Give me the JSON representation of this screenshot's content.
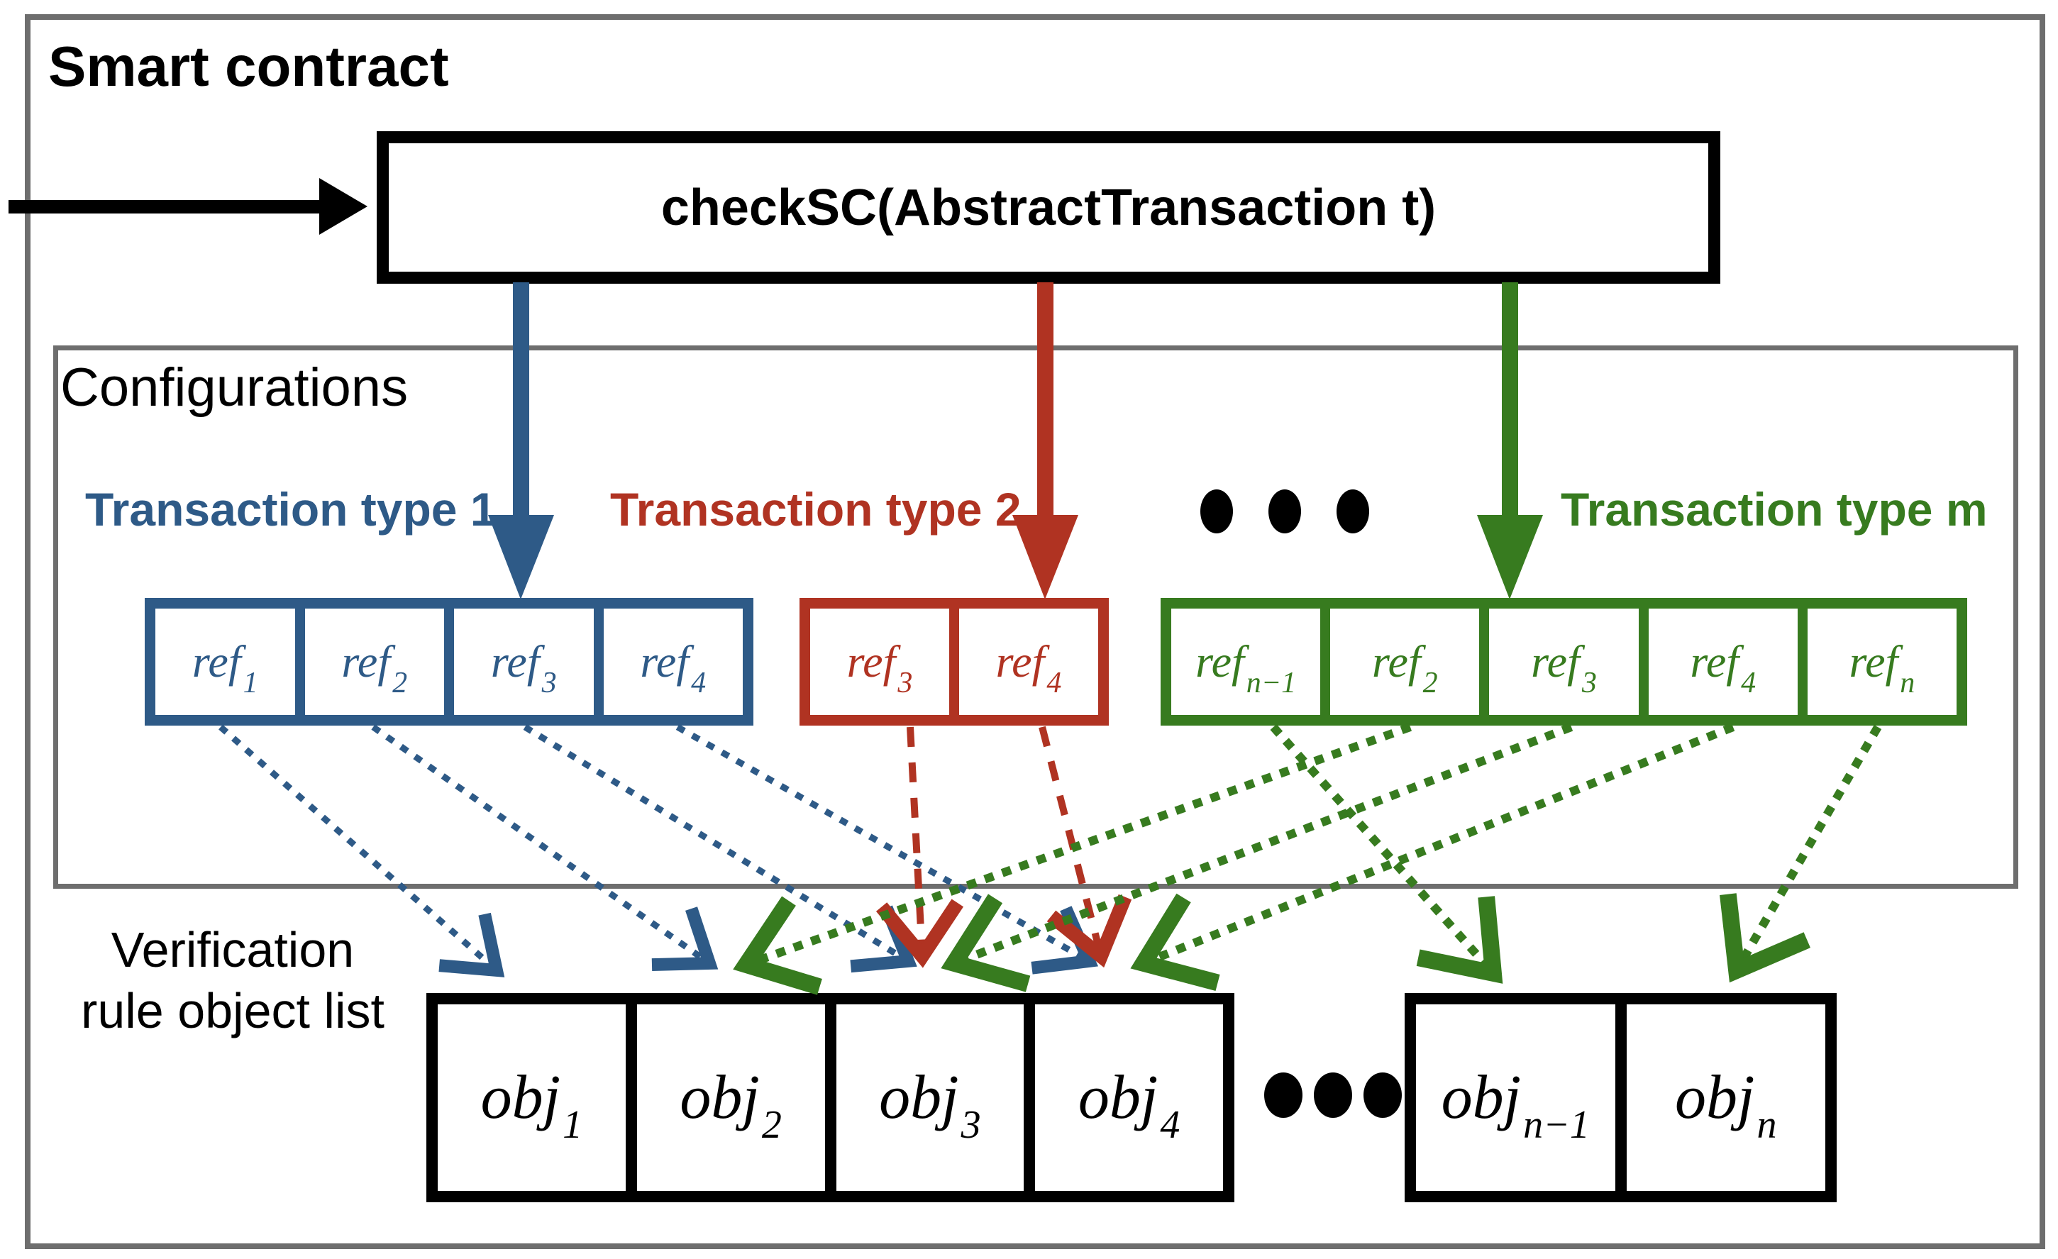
{
  "smart_contract": {
    "title": "Smart contract",
    "check_function": "checkSC(AbstractTransaction t)"
  },
  "configurations": {
    "title": "Configurations",
    "ellipsis": "• • •",
    "groups": [
      {
        "label": "Transaction type 1",
        "color": "#2E5A87",
        "cells": [
          {
            "base": "ref",
            "sub": "1"
          },
          {
            "base": "ref",
            "sub": "2"
          },
          {
            "base": "ref",
            "sub": "3"
          },
          {
            "base": "ref",
            "sub": "4"
          }
        ]
      },
      {
        "label": "Transaction type 2",
        "color": "#B03322",
        "cells": [
          {
            "base": "ref",
            "sub": "3"
          },
          {
            "base": "ref",
            "sub": "4"
          }
        ]
      },
      {
        "label": "Transaction type m",
        "color": "#377B1F",
        "cells": [
          {
            "base": "ref",
            "sub": "n−1"
          },
          {
            "base": "ref",
            "sub": "2"
          },
          {
            "base": "ref",
            "sub": "3"
          },
          {
            "base": "ref",
            "sub": "4"
          },
          {
            "base": "ref",
            "sub": "n"
          }
        ]
      }
    ]
  },
  "verification": {
    "title_line1": "Verification",
    "title_line2": "rule object list",
    "ellipsis": "• • •",
    "groups": [
      {
        "cells": [
          {
            "base": "obj",
            "sub": "1"
          },
          {
            "base": "obj",
            "sub": "2"
          },
          {
            "base": "obj",
            "sub": "3"
          },
          {
            "base": "obj",
            "sub": "4"
          }
        ]
      },
      {
        "cells": [
          {
            "base": "obj",
            "sub": "n−1"
          },
          {
            "base": "obj",
            "sub": "n"
          }
        ]
      }
    ]
  },
  "colors": {
    "blue": "#2E5A87",
    "red": "#B03322",
    "green": "#377B1F",
    "container_border_gray": "#6E6E6E",
    "black": "#000000"
  }
}
